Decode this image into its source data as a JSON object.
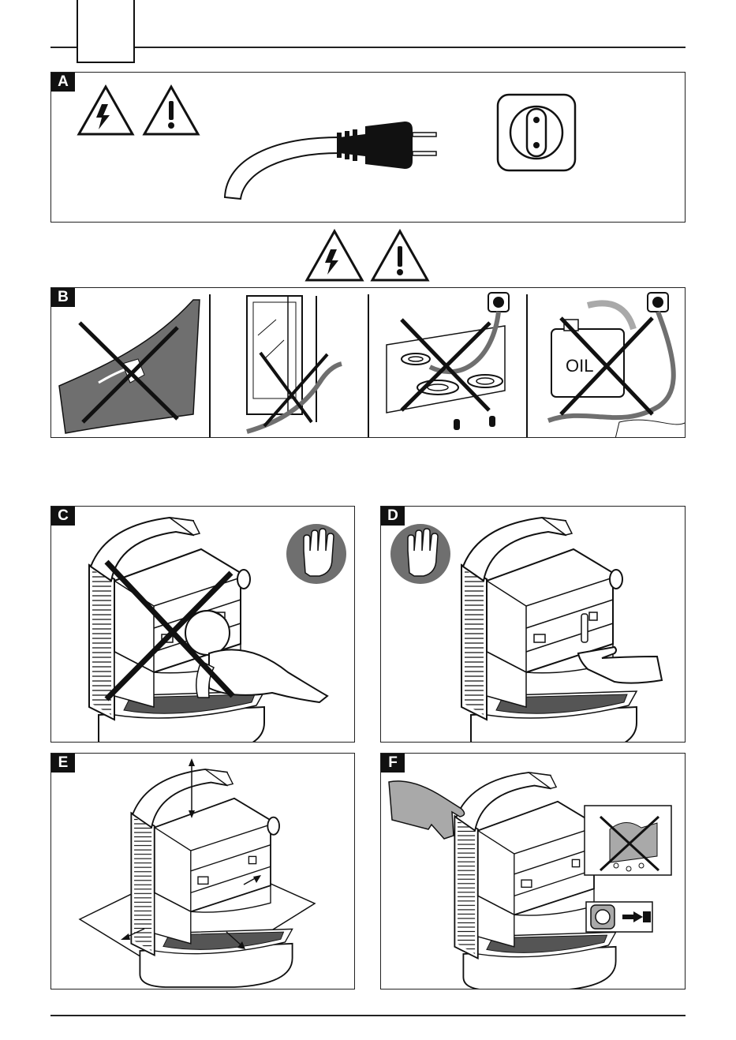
{
  "page": {
    "tab_box_label": ""
  },
  "panels": [
    {
      "id": "A",
      "label": "A",
      "illustration": [
        "electric-hazard-icon",
        "warning-icon",
        "power-plug",
        "wall-socket"
      ]
    },
    {
      "id": "B",
      "label": "B",
      "illustration": [
        "cord-not-hanging-icon",
        "cord-not-in-door-icon",
        "cord-not-on-hob-icon",
        "cord-not-near-oil-icon"
      ]
    },
    {
      "id": "C",
      "label": "C",
      "illustration": [
        "machine-child-not-allowed",
        "stop-hand-icon"
      ]
    },
    {
      "id": "D",
      "label": "D",
      "illustration": [
        "machine-hot-parts",
        "stop-hand-icon"
      ]
    },
    {
      "id": "E",
      "label": "E",
      "illustration": [
        "machine-placement-flat-surface"
      ]
    },
    {
      "id": "F",
      "label": "F",
      "illustration": [
        "machine-carry",
        "no-water-immersion",
        "unplug-icon"
      ]
    }
  ],
  "oil_can_text": "OIL",
  "colors": {
    "ink": "#111111",
    "grey": "#6f6f6f",
    "light_grey": "#a9a9a9"
  }
}
